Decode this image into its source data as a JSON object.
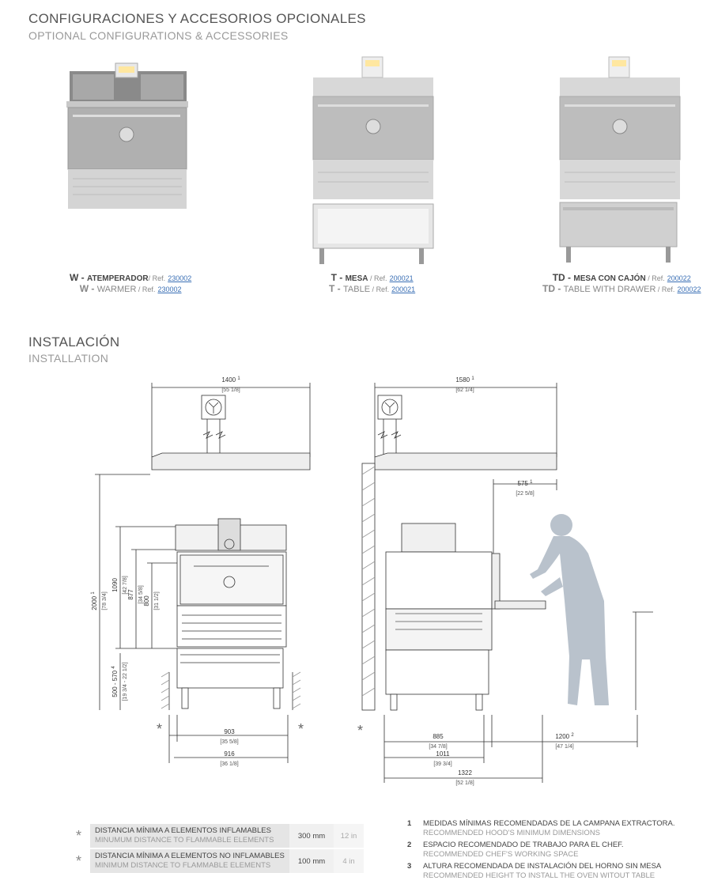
{
  "header": {
    "title_es": "CONFIGURACIONES Y ACCESORIOS OPCIONALES",
    "title_en": "OPTIONAL CONFIGURATIONS & ACCESSORIES"
  },
  "configs": [
    {
      "code": "W",
      "name_es": "ATEMPERADOR",
      "name_en": "WARMER",
      "ref_label": "Ref.",
      "ref": "230002"
    },
    {
      "code": "T",
      "name_es": "MESA",
      "name_en": "TABLE",
      "ref_label": "Ref.",
      "ref": "200021"
    },
    {
      "code": "TD",
      "name_es": "MESA CON CAJÓN",
      "name_en": "TABLE WITH DRAWER",
      "ref_label": "Ref.",
      "ref": "200022"
    }
  ],
  "installation": {
    "title_es": "INSTALACIÓN",
    "title_en": "INSTALLATION"
  },
  "front_dims": {
    "width_hood": "1400",
    "width_hood_note": "1",
    "width_hood_in": "[55 1/8]",
    "height_total": "2000",
    "height_total_note": "1",
    "height_total_in": "[78 3/4]",
    "h1090": "1090",
    "h1090_in": "[42 7/8]",
    "h877": "877",
    "h877_in": "[34 5/8]",
    "h800": "800",
    "h800_in": "[31 1/2]",
    "h_table": "500 - 570",
    "h_table_note": "4",
    "h_table_in": "[19 3/4 - 22 1/2]",
    "w903": "903",
    "w903_in": "[35 5/8]",
    "w916": "916",
    "w916_in": "[36 1/8]"
  },
  "side_dims": {
    "width_hood": "1580",
    "width_hood_note": "1",
    "width_hood_in": "[62 1/4]",
    "d575": "575",
    "d575_note": "1",
    "d575_in": "[22 5/8]",
    "d885": "885",
    "d885_in": "[34 7/8]",
    "d1200": "1200",
    "d1200_note": "2",
    "d1200_in": "[47 1/4]",
    "d1011": "1011",
    "d1011_in": "[39 3/4]",
    "d1322": "1322",
    "d1322_in": "[52 1/8]"
  },
  "specs": [
    {
      "star": "*",
      "label_es": "DISTANCIA MÍNIMA A ELEMENTOS INFLAMABLES",
      "label_en": "MINUMUM DISTANCE TO FLAMMABLE ELEMENTS",
      "mm": "300 mm",
      "in": "12 in"
    },
    {
      "star": "*",
      "label_es": "DISTANCIA MÍNIMA A ELEMENTOS NO INFLAMABLES",
      "label_en": "MINIMUM DISTANCE TO FLAMMABLE ELEMENTS",
      "mm": "100 mm",
      "in": "4 in"
    }
  ],
  "notes": [
    {
      "n": "1",
      "es": "MEDIDAS MÍNIMAS RECOMENDADAS DE LA CAMPANA EXTRACTORA.",
      "en": "RECOMMENDED HOOD'S MINIMUM DIMENSIONS"
    },
    {
      "n": "2",
      "es": "ESPACIO RECOMENDADO DE TRABAJO PARA EL CHEF.",
      "en": "RECOMMENDED CHEF'S WORKING SPACE"
    },
    {
      "n": "3",
      "es": "ALTURA RECOMENDADA DE INSTALACIÓN DEL HORNO SIN MESA",
      "en": "RECOMMENDED HEIGHT TO INSTALL THE OVEN WITOUT TABLE"
    }
  ],
  "colors": {
    "link": "#3a6fb5",
    "oven": "#c8c8c8",
    "silhouette": "#b9c2cc"
  }
}
